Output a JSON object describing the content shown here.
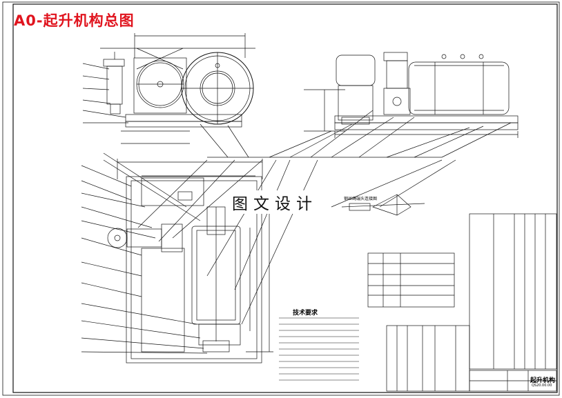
{
  "drawing": {
    "title": "A0-起升机构总图",
    "watermark": "图文设计",
    "technical_requirements_title": "技术要求",
    "title_block_name": "起升机构",
    "drawing_number": "QS20.00.00",
    "detail_label": "钢丝绳端头连接图"
  },
  "colors": {
    "title_red": "#e0141e",
    "line": "#111111",
    "sheet": "#ffffff"
  }
}
